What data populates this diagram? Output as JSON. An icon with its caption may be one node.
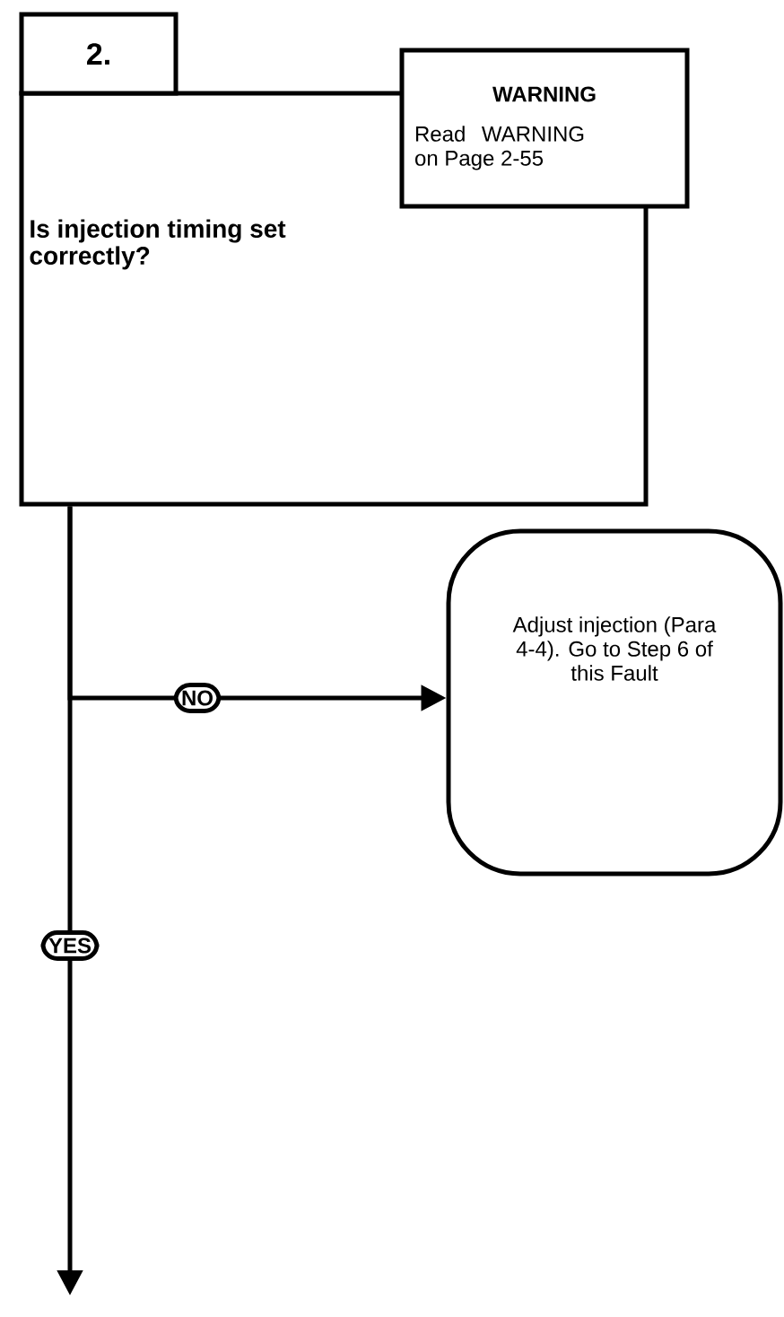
{
  "diagram": {
    "nodes": [
      {
        "text": [
          "Is injection timing set correctly?"
        ]
      },
      {
        "text": [
          "2."
        ]
      },
      {
        "text": [
          "WARNING",
          "Read WARNING on Page 2-55"
        ]
      },
      {
        "text": [
          "Adjust injection (Para 4-4).  Go to Step 6 of this Fault"
        ]
      }
    ],
    "edges": [
      {
        "from": 0,
        "to": 3,
        "arrow": "to",
        "label": "NO"
      },
      {
        "from": 0,
        "to": null,
        "arrow": "to",
        "label": "YES"
      }
    ]
  }
}
